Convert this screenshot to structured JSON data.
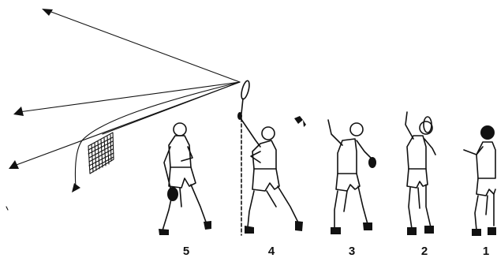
{
  "figure": {
    "stage_labels": [
      "5",
      "4",
      "3",
      "2",
      "1"
    ]
  },
  "colors": {
    "ink": "#111111",
    "background": "#ffffff"
  }
}
